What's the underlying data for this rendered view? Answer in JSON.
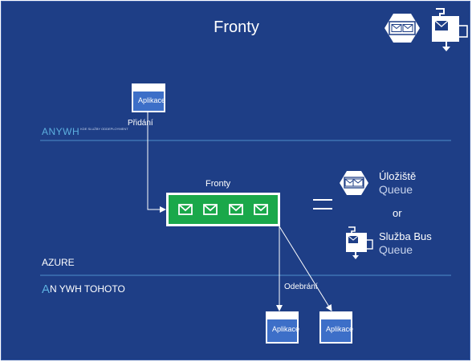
{
  "title": "Fronty",
  "zones": {
    "top_label": "ANYWH",
    "top_label_fine": "KDE SLUŽBY ODDEPLOYMENT",
    "azure_label": "AZURE",
    "bottom_label_initial": "A",
    "bottom_label_rest": "N YWH TOHOTO"
  },
  "nodes": {
    "app_top": "Aplikace",
    "app_bottom_left": "Aplikace",
    "app_bottom_right": "Aplikace",
    "queue_title": "Fronty"
  },
  "edges": {
    "add_label": "Přidání",
    "remove_label": "Odebrání"
  },
  "legend": {
    "storage_name": "Úložiště",
    "storage_sub": "Queue",
    "or_text": "or",
    "bus_name": "Služba Bus",
    "bus_sub": "Queue"
  },
  "icons": {
    "header_storage": "storage-queue-icon",
    "header_bus": "service-bus-icon",
    "queue_messages": "envelope-icon"
  },
  "colors": {
    "background": "#1e3e86",
    "zone_line": "#4f8fc9",
    "queue_green": "#1aa84a",
    "app_blue": "#3d6fc8"
  }
}
